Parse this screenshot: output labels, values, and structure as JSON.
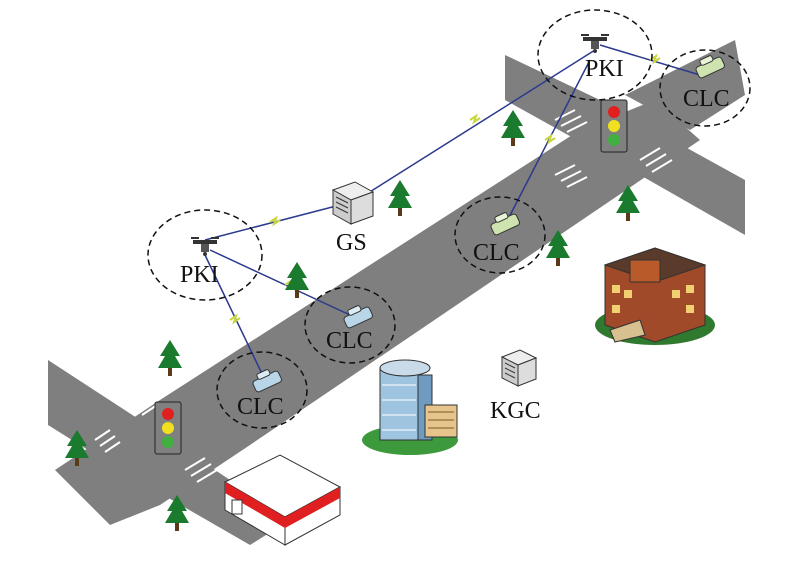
{
  "labels": {
    "pki_top": "PKI",
    "pki_left": "PKI",
    "gs": "GS",
    "kgc": "KGC",
    "clc_top_right": "CLC",
    "clc_mid": "CLC",
    "clc_left_mid": "CLC",
    "clc_bottom": "CLC"
  },
  "colors": {
    "road": "#7f7f7f",
    "crosswalk": "#ffffff",
    "tree": "#1a7a2e",
    "link_line": "#2b3a8c",
    "wireless": "#c8d640",
    "vehicle": "#cfe3b0",
    "traffic_red": "#e02020",
    "traffic_yellow": "#f0e020",
    "traffic_green": "#40b040"
  }
}
